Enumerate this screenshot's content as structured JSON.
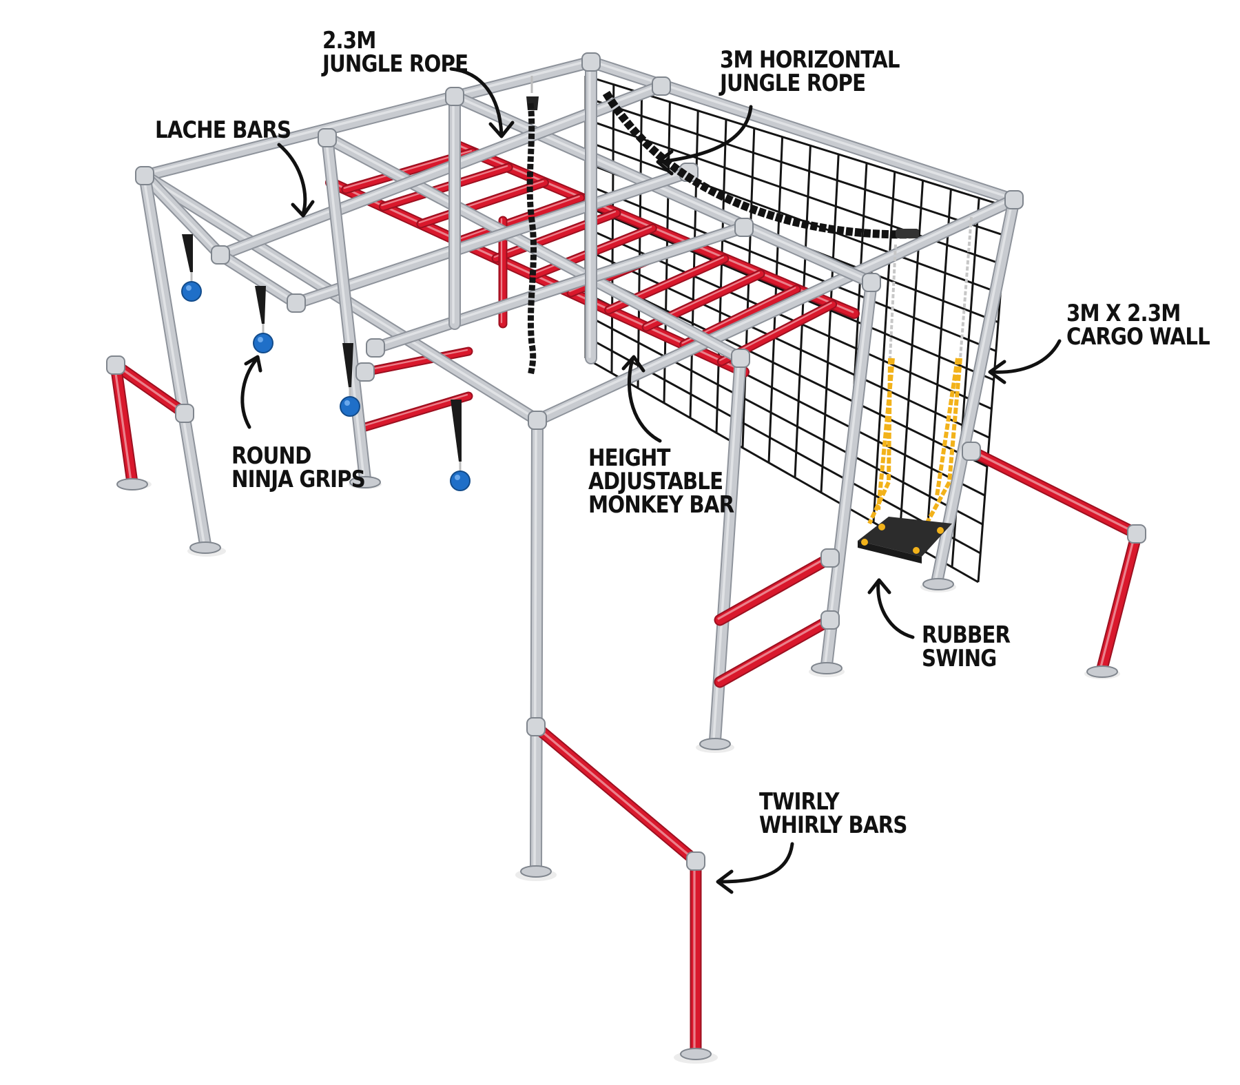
{
  "labels": {
    "jungle_rope": [
      "2.3M",
      "JUNGLE ROPE"
    ],
    "horizontal_rope": [
      "3M HORIZONTAL",
      "JUNGLE ROPE"
    ],
    "lache_bars": [
      "LACHE BARS"
    ],
    "cargo_wall": [
      "3M X 2.3M",
      "CARGO WALL"
    ],
    "ninja_grips": [
      "ROUND",
      "NINJA GRIPS"
    ],
    "monkey_bar": [
      "HEIGHT",
      "ADJUSTABLE",
      "MONKEY BAR"
    ],
    "rubber_swing": [
      "RUBBER",
      "SWING"
    ],
    "twirly_bars": [
      "TWIRLY",
      "WHIRLY BARS"
    ]
  },
  "colors": {
    "frame": "#c8cbd0",
    "frame_edge": "#8e939b",
    "accent_red": "#d9182c",
    "grip_blue": "#1f6fc8",
    "net": "#141414",
    "swing_rope": "#f2b21a",
    "text": "#111111"
  }
}
